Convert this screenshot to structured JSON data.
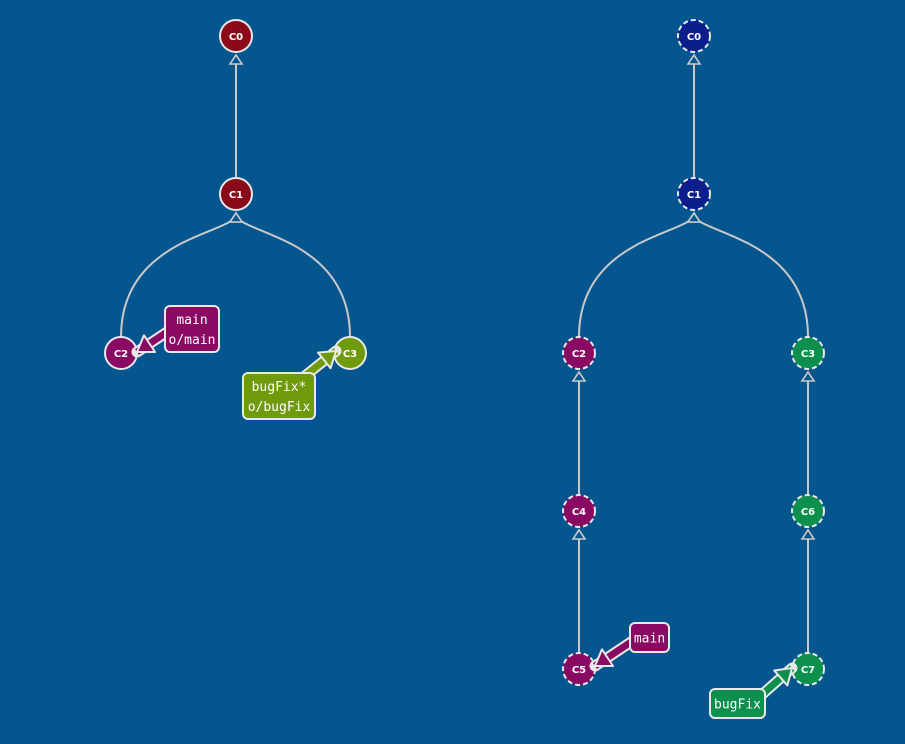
{
  "colors": {
    "background": "#05558f",
    "edge": "#c9c9c9",
    "red": "#8b0a1a",
    "magenta": "#8a0a63",
    "olive": "#6f9a0c",
    "navy": "#0b1e8c",
    "green": "#0d8f4d",
    "border": "#e8e8e8"
  },
  "left_tree": {
    "commits": [
      {
        "id": "C0",
        "color": "red"
      },
      {
        "id": "C1",
        "color": "red"
      },
      {
        "id": "C2",
        "color": "magenta"
      },
      {
        "id": "C3",
        "color": "olive"
      }
    ],
    "branches": [
      {
        "lines": [
          "main",
          "o/main"
        ],
        "target": "C2",
        "color": "magenta"
      },
      {
        "lines": [
          "bugFix*",
          "o/bugFix"
        ],
        "target": "C3",
        "color": "olive"
      }
    ]
  },
  "right_tree": {
    "commits": [
      {
        "id": "C0",
        "color": "navy"
      },
      {
        "id": "C1",
        "color": "navy"
      },
      {
        "id": "C2",
        "color": "magenta"
      },
      {
        "id": "C3",
        "color": "green"
      },
      {
        "id": "C4",
        "color": "magenta"
      },
      {
        "id": "C6",
        "color": "green"
      },
      {
        "id": "C5",
        "color": "magenta"
      },
      {
        "id": "C7",
        "color": "green"
      }
    ],
    "branches": [
      {
        "lines": [
          "main"
        ],
        "target": "C5",
        "color": "magenta"
      },
      {
        "lines": [
          "bugFix"
        ],
        "target": "C7",
        "color": "green"
      }
    ]
  }
}
